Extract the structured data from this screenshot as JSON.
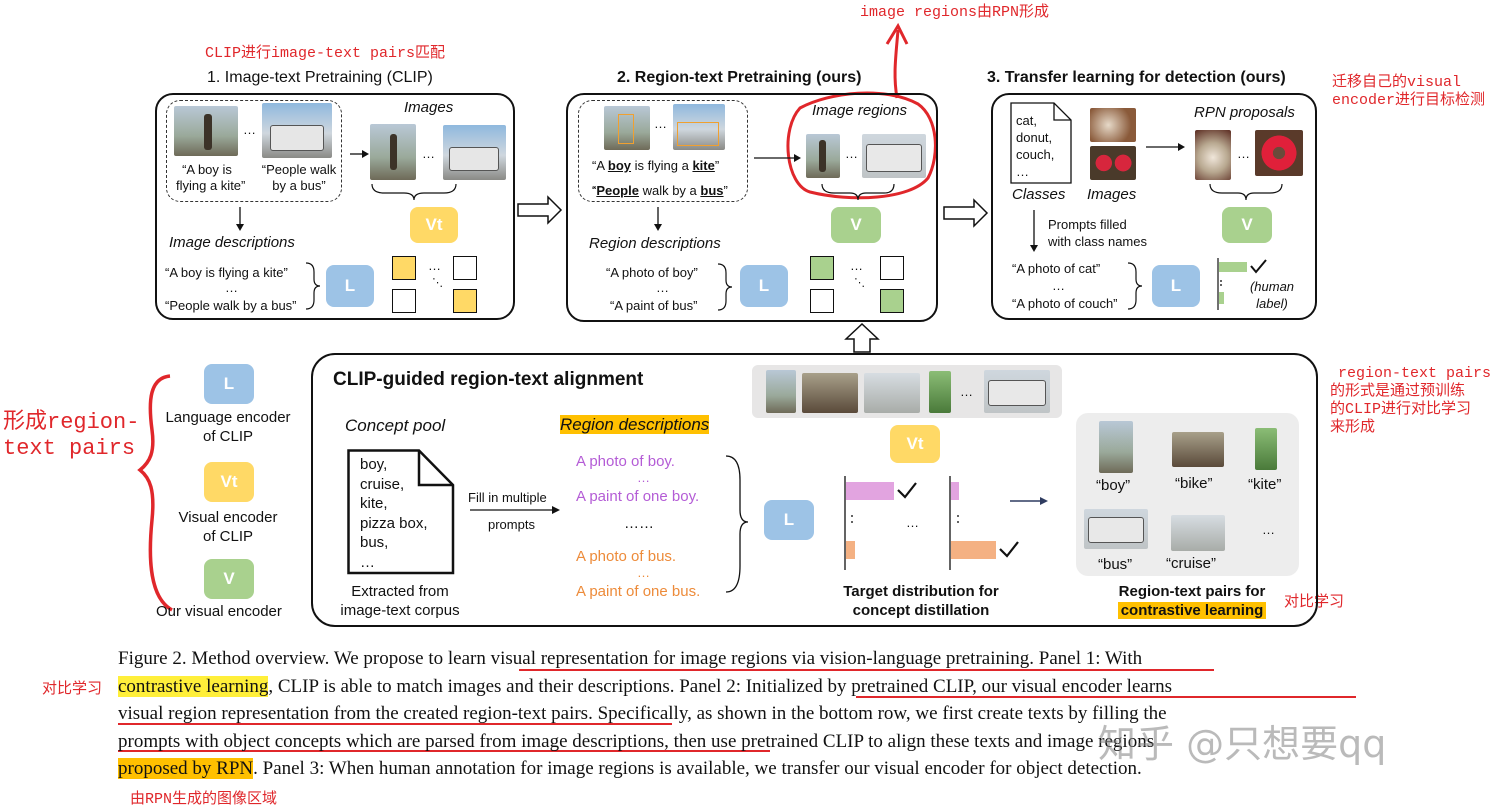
{
  "annotations": {
    "top_rpn": "image regions由RPN形成",
    "clip_match": "CLIP进行image-text pairs匹配",
    "transfer_right": "迁移自己的visual encoder进行目标检测",
    "transfer_line1": "迁移自己的visual",
    "transfer_line2": "encoder进行目标检测",
    "form_pairs_line1": "形成region-",
    "form_pairs_line2": "text pairs",
    "right_pairs_line1": "region-text pairs",
    "right_pairs_line2": "的形式是通过预训练",
    "right_pairs_line3": "的CLIP进行对比学习",
    "right_pairs_line4": "来形成",
    "contrast_right": "对比学习",
    "contrast_left": "对比学习",
    "rpn_bottom": "由RPN生成的图像区域"
  },
  "panel1": {
    "title": "1. Image-text Pretraining (CLIP)",
    "images_label": "Images",
    "caption_boy_l1": "“A boy is",
    "caption_boy_l2": "flying a kite”",
    "caption_bus_l1": "“People walk",
    "caption_bus_l2": "by a bus”",
    "dots": "…",
    "vt": "Vt",
    "desc_label": "Image descriptions",
    "desc1": "“A boy is flying a kite”",
    "desc2": "“People walk by a bus”",
    "L": "L"
  },
  "panel2": {
    "title": "2. Region-text Pretraining (ours)",
    "regions_label": "Image regions",
    "cap1_a": "“A ",
    "cap1_b": "boy",
    "cap1_c": " is flying a ",
    "cap1_d": "kite",
    "cap1_e": "”",
    "cap2_a": "“",
    "cap2_b": "People",
    "cap2_c": " walk by a ",
    "cap2_d": "bus",
    "cap2_e": "”",
    "desc_label": "Region descriptions",
    "desc1": "“A photo of boy”",
    "desc2": "“A paint of bus”",
    "V": "V",
    "L": "L"
  },
  "panel3": {
    "title": "3. Transfer learning for detection (ours)",
    "rpn_label": "RPN proposals",
    "classes": [
      "cat,",
      "donut,",
      "couch,",
      "…"
    ],
    "classes_label": "Classes",
    "images_label": "Images",
    "prompts_l1": "Prompts filled",
    "prompts_l2": "with class names",
    "desc1": "“A photo of cat”",
    "desc2": "“A photo of couch”",
    "human_l1": "(human",
    "human_l2": "label)",
    "V": "V",
    "L": "L"
  },
  "legend": {
    "L": "L",
    "L_l1": "Language encoder",
    "L_l2": "of CLIP",
    "Vt": "Vt",
    "Vt_l1": "Visual encoder",
    "Vt_l2": "of CLIP",
    "V": "V",
    "V_label": "Our visual encoder"
  },
  "bottom": {
    "title": "CLIP-guided region-text alignment",
    "concept_pool": "Concept pool",
    "concepts": [
      "boy,",
      "cruise,",
      "kite,",
      "pizza box,",
      "bus,",
      "…"
    ],
    "extracted_l1": "Extracted from",
    "extracted_l2": "image-text corpus",
    "fill_l1": "Fill in multiple",
    "fill_l2": "prompts",
    "region_desc": "Region descriptions",
    "p1": "A photo of boy.",
    "p2": "A paint of one boy.",
    "p3": "A photo of bus.",
    "p4": "A paint of one bus.",
    "mid_dots": "……",
    "L": "L",
    "Vt": "Vt",
    "target_l1": "Target distribution for",
    "target_l2": "concept distillation",
    "pairs_labels": [
      "“boy”",
      "“bike”",
      "“kite”",
      "“bus”",
      "“cruise”"
    ],
    "pairs_l1": "Region-text pairs for",
    "pairs_l2": "contrastive learning"
  },
  "caption": {
    "l1_a": "Figure 2. Method overview. We propose to ",
    "l1_b": "learn visual representation for image regions via vision-language pretraining",
    "l1_c": ". Panel 1: With",
    "l2_a": "contrastive learning",
    "l2_b": ", CLIP is able to match images and their descriptions. Panel 2: ",
    "l2_c": "Initialized by pretrained CLIP, our visual encoder learns",
    "l3_a": "visual region representation from the created region-text pairs",
    "l3_b": ". Specifically, as shown in the bottom row, we first create texts by filling the",
    "l4_a": "prompts with object concepts which are parsed from image descriptions",
    "l4_b": ", then use pretrained CLIP to align these texts and image regions",
    "l5_a": "proposed by RPN",
    "l5_b": ". Panel 3: When human annotation for image regions is available, we transfer our visual encoder for object detection."
  },
  "watermark": "知乎 @只想要qq",
  "colors": {
    "L": "#9dc3e6",
    "V": "#a9d18e",
    "Vt": "#ffd966",
    "annotation": "#e0272b",
    "highlight": "#ffc000"
  }
}
